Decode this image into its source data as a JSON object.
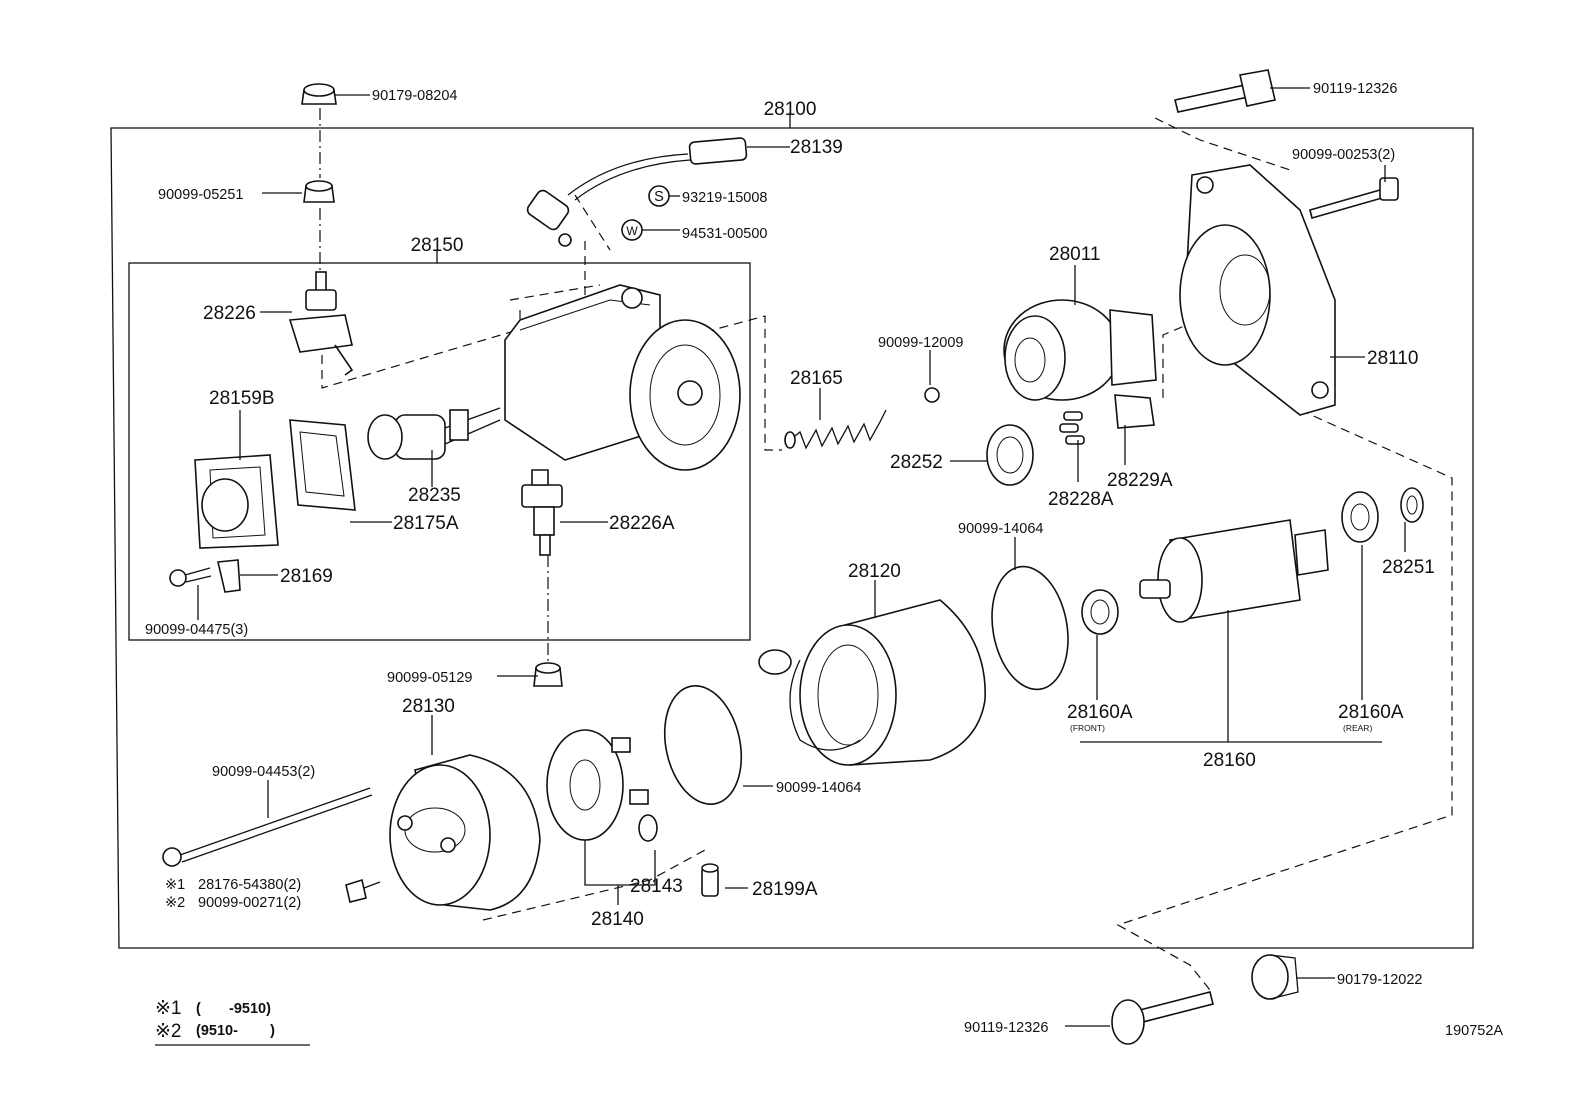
{
  "diagram_id": "190752A",
  "assembly_label": "28100",
  "sub_assembly_label": "28150",
  "parts": {
    "p90179_08204": "90179-08204",
    "p90099_05251": "90099-05251",
    "p28139": "28139",
    "p93219_15008": "93219-15008",
    "p94531_00500": "94531-00500",
    "p28226": "28226",
    "p28159B": "28159B",
    "p28235": "28235",
    "p28175A": "28175A",
    "p28226A": "28226A",
    "p28169": "28169",
    "p90099_04475": "90099-04475(3)",
    "p28165": "28165",
    "p90099_12009": "90099-12009",
    "p28011": "28011",
    "p28110": "28110",
    "p90119_12326_top": "90119-12326",
    "p90099_00253": "90099-00253(2)",
    "p28252": "28252",
    "p28228A": "28228A",
    "p28229A": "28229A",
    "p90099_14064_top": "90099-14064",
    "p28120": "28120",
    "p28251": "28251",
    "p90099_05129": "90099-05129",
    "p28130": "28130",
    "p90099_04453": "90099-04453(2)",
    "p28176_54380": "28176-54380(2)",
    "p90099_00271": "90099-00271(2)",
    "p28143": "28143",
    "p28140": "28140",
    "p28199A": "28199A",
    "p90099_14064_bottom": "90099-14064",
    "p28160A_front": "28160A",
    "p28160A_rear": "28160A",
    "front_note": "(FRONT)",
    "rear_note": "(REAR)",
    "p28160": "28160",
    "p90179_12022": "90179-12022",
    "p90119_12326_bottom": "90119-12326"
  },
  "markers": {
    "note1": "※1",
    "note2": "※2",
    "s_circle": "S",
    "w_circle": "W"
  },
  "legend": {
    "row1_mark": "※1",
    "row1_range": "(       -9510)",
    "row2_mark": "※2",
    "row2_range": "(9510-        )"
  }
}
